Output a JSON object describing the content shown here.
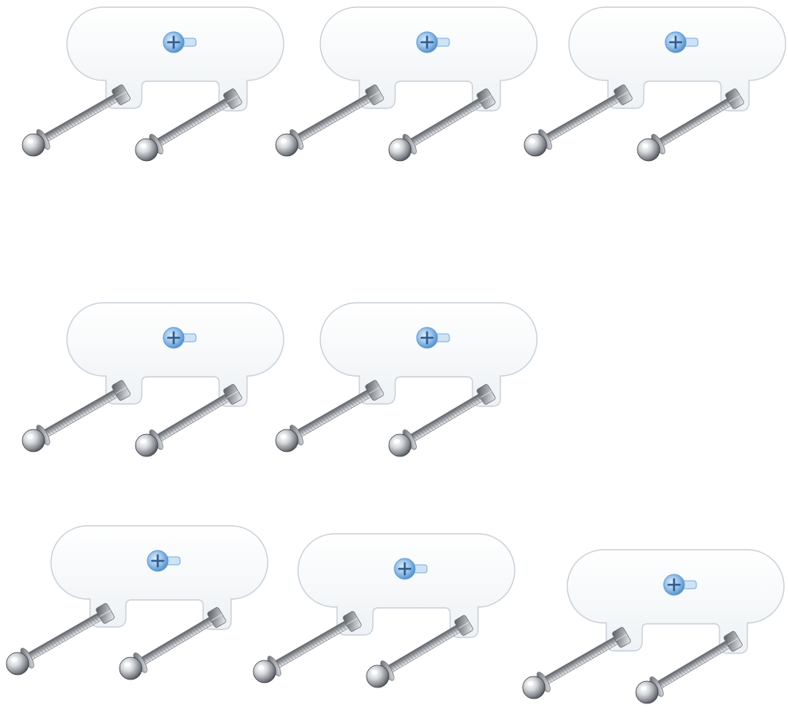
{
  "scene": {
    "background_color": "#ffffff",
    "bracket_count": 8,
    "rows": [
      3,
      2,
      3
    ],
    "colors": {
      "acrylic_fill": "#f7f9fb",
      "acrylic_edge": "#c9d0d8",
      "screw_blue": "#5b9ad6",
      "screw_light": "#cfe3f5",
      "metal_dark": "#6c7076",
      "metal_mid": "#a7abb1",
      "metal_light": "#eef0f2"
    },
    "icons": {
      "plate": "acrylic-plate-icon",
      "mount_screw": "phillips-screw-icon",
      "bolt": "threaded-bolt-icon",
      "knob": "ball-knob-icon"
    }
  }
}
